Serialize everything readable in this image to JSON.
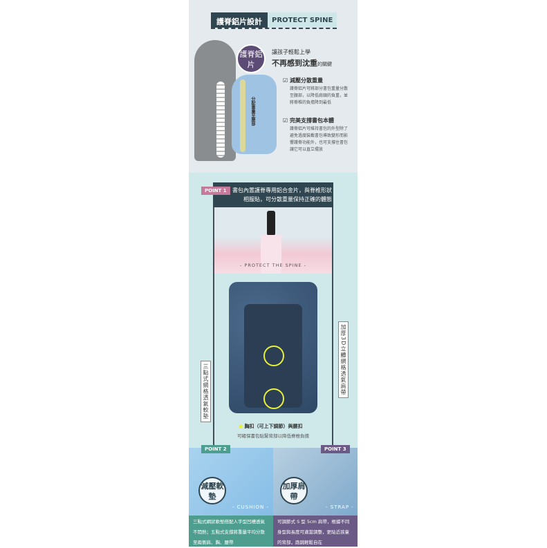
{
  "top": {
    "title_zh": "護脊鋁片設計",
    "title_en": "PROTECT SPINE",
    "bubble": "護脊鋁片",
    "tagline1": "讓孩子輕鬆上學",
    "tagline2": "不再感到沈重",
    "tagline3": "的關鍵",
    "arrow_text": "分配重量至腰部",
    "features": [
      {
        "title": "減壓分散重量",
        "body": "護脊鋁片可將部分書包重量分散至腰部，以降低肩頸的負重，並將脊椎的負擔降到最低"
      },
      {
        "title": "完美支撐書包本體",
        "body": "護脊鋁片可維持書包的外型除了避免過度裝載書包導致變形而影響護脊功能外，也可支撐住書包讓它可以直立擺放"
      }
    ]
  },
  "point1": {
    "badge": "POINT 1",
    "text": "書包內置護脊專用鋁合金片，與脊椎形狀相服貼，可分散重量保持正確的體態",
    "caption": "- PROTECT THE SPINE -"
  },
  "middle": {
    "left_label": "三點式網格透氣軟墊",
    "right_label": "加厚3D立體網格透氣肩帶",
    "buckle_title": "胸扣（可上下調節）與腰扣",
    "buckle_desc": "可確保書包貼緊背部以降低脊椎負擔"
  },
  "point2": {
    "badge": "POINT 2",
    "circle": "減壓軟墊",
    "caption": "- CUSHION -",
    "desc": "三點式網狀軟墊搭配人字型凹槽透氣不悶熱；五點式支撐將重量平均分散至兩側肩、胸、腰帶"
  },
  "point3": {
    "badge": "POINT 3",
    "circle": "加厚肩帶",
    "caption": "- STRAP -",
    "desc": "可調節式 S 型 5cm 肩帶，根據不同身型與長度可適當調整，更貼近孩童的背部，跑跳輕鬆自在"
  },
  "colors": {
    "dark": "#2f4650",
    "teal": "#4e9e90",
    "purple": "#6a5a85",
    "pink": "#c57a9a",
    "yellow": "#e9f03a"
  }
}
